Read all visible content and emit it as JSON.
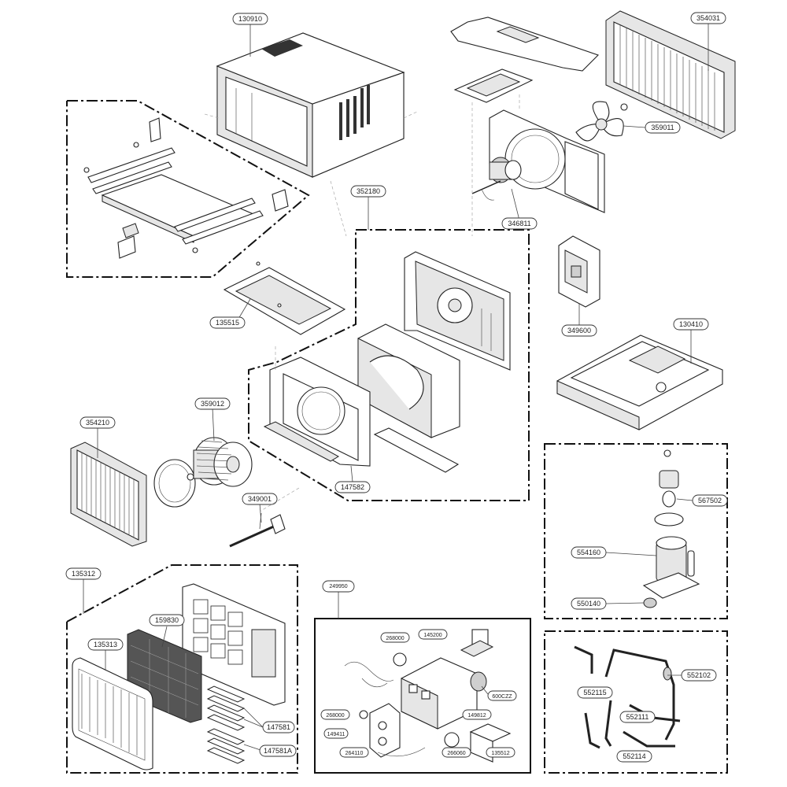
{
  "diagram": {
    "parts": [
      {
        "id": "cabinet",
        "label": "130910"
      },
      {
        "id": "base-rails",
        "label": "352180"
      },
      {
        "id": "top-insulation",
        "label": "135515"
      },
      {
        "id": "blower-wheel",
        "label": "359012"
      },
      {
        "id": "evaporator",
        "label": "354210"
      },
      {
        "id": "thermistor",
        "label": "349001"
      },
      {
        "id": "air-guide-frame",
        "label": "147582"
      },
      {
        "id": "condenser",
        "label": "354031"
      },
      {
        "id": "fan-propeller",
        "label": "359011"
      },
      {
        "id": "motor",
        "label": "346811"
      },
      {
        "id": "motor-bracket",
        "label": "349600"
      },
      {
        "id": "base-pan",
        "label": "130410"
      },
      {
        "id": "cap-valve",
        "label": "567502"
      },
      {
        "id": "compressor",
        "label": "554160"
      },
      {
        "id": "grommet",
        "label": "550140"
      },
      {
        "id": "front-grille-assy",
        "label": "135312"
      },
      {
        "id": "air-filter",
        "label": "159830"
      },
      {
        "id": "front-panel",
        "label": "135313"
      },
      {
        "id": "louver-a",
        "label": "147581"
      },
      {
        "id": "louver-b",
        "label": "147581A"
      },
      {
        "id": "control-box",
        "label": "249950"
      },
      {
        "id": "relay",
        "label": "268000"
      },
      {
        "id": "ctrl-bracket",
        "label": "145200"
      },
      {
        "id": "capacitor",
        "label": "600CZZ"
      },
      {
        "id": "switch-a",
        "label": "268000"
      },
      {
        "id": "switch-b",
        "label": "149411"
      },
      {
        "id": "cover",
        "label": "149812"
      },
      {
        "id": "harness",
        "label": "264110"
      },
      {
        "id": "knob",
        "label": "266060"
      },
      {
        "id": "display-cover",
        "label": "135512"
      },
      {
        "id": "tube-1",
        "label": "552102"
      },
      {
        "id": "tube-2",
        "label": "552115"
      },
      {
        "id": "tube-3",
        "label": "552111"
      },
      {
        "id": "tube-4",
        "label": "552114"
      }
    ]
  }
}
